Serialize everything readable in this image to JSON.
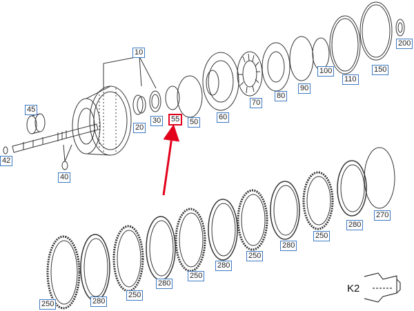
{
  "parts": [
    {
      "id": "p10",
      "label": "10"
    },
    {
      "id": "p20",
      "label": "20"
    },
    {
      "id": "p30",
      "label": "30"
    },
    {
      "id": "p40",
      "label": "40"
    },
    {
      "id": "p42",
      "label": "42"
    },
    {
      "id": "p45",
      "label": "45"
    },
    {
      "id": "p50",
      "label": "50"
    },
    {
      "id": "p55",
      "label": "55",
      "highlighted": true
    },
    {
      "id": "p60",
      "label": "60"
    },
    {
      "id": "p70",
      "label": "70"
    },
    {
      "id": "p80",
      "label": "80"
    },
    {
      "id": "p90",
      "label": "90"
    },
    {
      "id": "p100",
      "label": "100"
    },
    {
      "id": "p110",
      "label": "110"
    },
    {
      "id": "p150",
      "label": "150"
    },
    {
      "id": "p200",
      "label": "200"
    },
    {
      "id": "p270",
      "label": "270"
    },
    {
      "id": "d1",
      "label": "250"
    },
    {
      "id": "d2",
      "label": "280"
    },
    {
      "id": "d3",
      "label": "250"
    },
    {
      "id": "d4",
      "label": "280"
    },
    {
      "id": "d5",
      "label": "250"
    },
    {
      "id": "d6",
      "label": "280"
    },
    {
      "id": "d7",
      "label": "250"
    },
    {
      "id": "d8",
      "label": "280"
    },
    {
      "id": "d9",
      "label": "250"
    },
    {
      "id": "d10",
      "label": "280"
    }
  ],
  "assembly_code": "K2",
  "colors": {
    "callout_border": "#3a78c2",
    "highlight": "#e2001a",
    "line": "#333333"
  }
}
